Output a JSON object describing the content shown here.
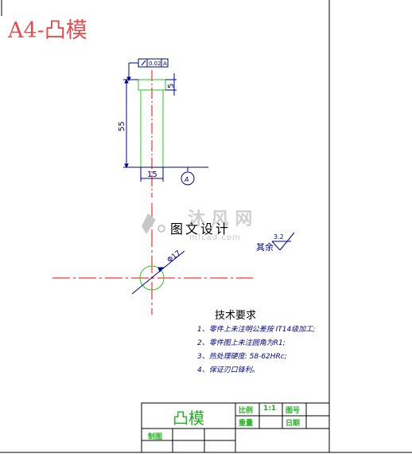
{
  "drawing_title": "A4-凸模",
  "dimensions": {
    "flatness_tolerance": "0.02",
    "datum_ref": "A",
    "head_height": "5",
    "total_length": "55",
    "diameter_width": "15",
    "datum_label": "A",
    "circle_diameter": "Φ17"
  },
  "surface_note": {
    "prefix": "其余",
    "roughness": "3.2"
  },
  "watermark": {
    "text": "图文设计",
    "url": "mfcad.com"
  },
  "tech_requirements": {
    "title": "技术要求",
    "items": [
      "1、零件上未注明公差按 IT14级加工;",
      "2、零件图上未注圆角为R1;",
      "3、热处理硬度: 58-62HRc;",
      "4、保证刃口锋利。"
    ]
  },
  "title_block": {
    "part_name": "凸模",
    "scale_label": "比例",
    "scale_value": "1:1",
    "drawing_no_label": "图号",
    "weight_label": "重量",
    "date_label": "日期",
    "drawn_label": "制图"
  },
  "colors": {
    "part_outline": "#22cc22",
    "dimension": "#00008b",
    "centerline": "#ff0000",
    "title": "#e05050"
  }
}
